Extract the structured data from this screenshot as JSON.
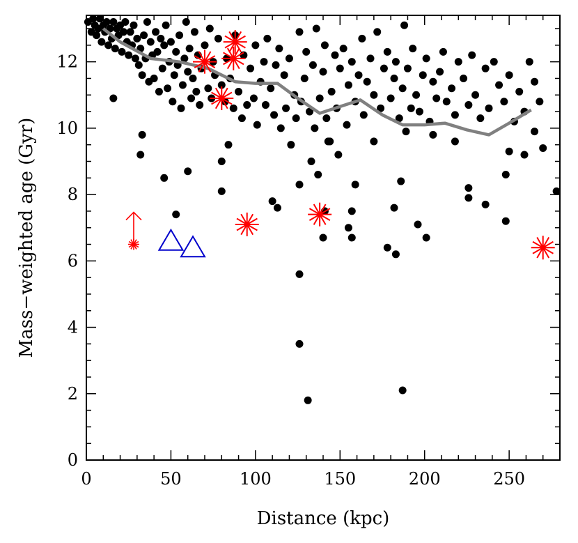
{
  "chart_data": {
    "type": "scatter",
    "title": "",
    "xlabel": "Distance (kpc)",
    "ylabel": "Mass−weighted age (Gyr)",
    "xlim": [
      0,
      280
    ],
    "ylim": [
      0,
      13.4
    ],
    "x_ticks": [
      0,
      50,
      100,
      150,
      200,
      250
    ],
    "y_ticks": [
      0,
      2,
      4,
      6,
      8,
      10,
      12
    ],
    "grid": false,
    "legend": "none",
    "colors": {
      "points": "#000000",
      "line": "#808080",
      "asterisk": "#ff0000",
      "triangle": "#0000cc",
      "arrow": "#ff0000"
    },
    "series": [
      {
        "marker": "filled-circle",
        "points": [
          [
            1,
            13.2
          ],
          [
            3,
            12.9
          ],
          [
            4,
            13.3
          ],
          [
            5,
            13.1
          ],
          [
            6,
            12.8
          ],
          [
            7,
            13.0
          ],
          [
            8,
            13.3
          ],
          [
            9,
            12.6
          ],
          [
            10,
            13.1
          ],
          [
            11,
            12.9
          ],
          [
            12,
            13.2
          ],
          [
            13,
            12.5
          ],
          [
            14,
            13.0
          ],
          [
            15,
            12.7
          ],
          [
            16,
            13.2
          ],
          [
            17,
            12.4
          ],
          [
            18,
            13.0
          ],
          [
            19,
            12.8
          ],
          [
            20,
            13.1
          ],
          [
            21,
            12.3
          ],
          [
            22,
            12.9
          ],
          [
            23,
            13.2
          ],
          [
            24,
            12.6
          ],
          [
            25,
            12.2
          ],
          [
            26,
            12.9
          ],
          [
            27,
            12.5
          ],
          [
            28,
            13.1
          ],
          [
            29,
            12.1
          ],
          [
            30,
            12.7
          ],
          [
            31,
            11.9
          ],
          [
            32,
            12.4
          ],
          [
            33,
            11.6
          ],
          [
            34,
            12.8
          ],
          [
            35,
            12.1
          ],
          [
            36,
            13.2
          ],
          [
            37,
            11.4
          ],
          [
            38,
            12.6
          ],
          [
            39,
            12.2
          ],
          [
            40,
            11.5
          ],
          [
            41,
            12.9
          ],
          [
            42,
            12.3
          ],
          [
            43,
            11.1
          ],
          [
            44,
            12.7
          ],
          [
            45,
            11.8
          ],
          [
            46,
            12.5
          ],
          [
            47,
            13.1
          ],
          [
            48,
            11.2
          ],
          [
            49,
            12.0
          ],
          [
            50,
            12.6
          ],
          [
            51,
            10.8
          ],
          [
            52,
            11.6
          ],
          [
            53,
            12.3
          ],
          [
            54,
            11.9
          ],
          [
            55,
            12.8
          ],
          [
            56,
            10.6
          ],
          [
            57,
            11.3
          ],
          [
            58,
            12.1
          ],
          [
            59,
            13.2
          ],
          [
            60,
            11.7
          ],
          [
            61,
            12.4
          ],
          [
            62,
            10.9
          ],
          [
            63,
            11.5
          ],
          [
            64,
            12.9
          ],
          [
            65,
            11.1
          ],
          [
            66,
            12.2
          ],
          [
            67,
            10.7
          ],
          [
            68,
            11.8
          ],
          [
            70,
            12.5
          ],
          [
            72,
            11.2
          ],
          [
            73,
            13.0
          ],
          [
            74,
            10.9
          ],
          [
            75,
            12.0
          ],
          [
            76,
            11.6
          ],
          [
            78,
            12.7
          ],
          [
            80,
            11.3
          ],
          [
            82,
            10.8
          ],
          [
            83,
            12.1
          ],
          [
            85,
            11.5
          ],
          [
            87,
            10.6
          ],
          [
            88,
            12.8
          ],
          [
            90,
            11.1
          ],
          [
            92,
            10.3
          ],
          [
            93,
            12.2
          ],
          [
            95,
            10.7
          ],
          [
            97,
            11.8
          ],
          [
            99,
            10.9
          ],
          [
            100,
            12.5
          ],
          [
            101,
            10.1
          ],
          [
            103,
            11.4
          ],
          [
            105,
            12.0
          ],
          [
            106,
            10.7
          ],
          [
            107,
            12.7
          ],
          [
            109,
            11.2
          ],
          [
            111,
            10.4
          ],
          [
            112,
            11.9
          ],
          [
            114,
            12.4
          ],
          [
            115,
            10.0
          ],
          [
            117,
            11.6
          ],
          [
            118,
            10.6
          ],
          [
            120,
            12.1
          ],
          [
            121,
            9.5
          ],
          [
            123,
            11.0
          ],
          [
            124,
            10.3
          ],
          [
            126,
            12.9
          ],
          [
            127,
            10.8
          ],
          [
            129,
            11.5
          ],
          [
            130,
            12.3
          ],
          [
            132,
            10.5
          ],
          [
            134,
            11.9
          ],
          [
            135,
            10.0
          ],
          [
            136,
            13.0
          ],
          [
            138,
            10.9
          ],
          [
            140,
            11.7
          ],
          [
            141,
            12.5
          ],
          [
            142,
            10.3
          ],
          [
            144,
            9.6
          ],
          [
            145,
            11.1
          ],
          [
            147,
            12.2
          ],
          [
            148,
            10.6
          ],
          [
            150,
            11.8
          ],
          [
            152,
            12.4
          ],
          [
            154,
            10.1
          ],
          [
            155,
            11.3
          ],
          [
            157,
            12.0
          ],
          [
            159,
            10.8
          ],
          [
            161,
            11.6
          ],
          [
            163,
            12.7
          ],
          [
            164,
            10.4
          ],
          [
            166,
            11.4
          ],
          [
            168,
            12.1
          ],
          [
            170,
            11.0
          ],
          [
            172,
            12.9
          ],
          [
            174,
            10.6
          ],
          [
            176,
            11.8
          ],
          [
            178,
            12.3
          ],
          [
            180,
            10.9
          ],
          [
            182,
            11.5
          ],
          [
            183,
            12.0
          ],
          [
            185,
            10.3
          ],
          [
            187,
            11.2
          ],
          [
            188,
            13.1
          ],
          [
            190,
            11.8
          ],
          [
            192,
            10.6
          ],
          [
            193,
            12.4
          ],
          [
            195,
            11.0
          ],
          [
            197,
            10.5
          ],
          [
            199,
            11.6
          ],
          [
            201,
            12.1
          ],
          [
            203,
            10.2
          ],
          [
            205,
            11.4
          ],
          [
            207,
            10.9
          ],
          [
            209,
            11.7
          ],
          [
            211,
            12.3
          ],
          [
            213,
            10.8
          ],
          [
            216,
            11.2
          ],
          [
            218,
            10.4
          ],
          [
            220,
            12.0
          ],
          [
            223,
            11.5
          ],
          [
            226,
            10.7
          ],
          [
            228,
            12.2
          ],
          [
            230,
            11.0
          ],
          [
            233,
            10.3
          ],
          [
            236,
            11.8
          ],
          [
            238,
            10.6
          ],
          [
            241,
            12.0
          ],
          [
            244,
            11.3
          ],
          [
            247,
            10.8
          ],
          [
            250,
            11.6
          ],
          [
            253,
            10.2
          ],
          [
            256,
            11.1
          ],
          [
            259,
            10.5
          ],
          [
            262,
            12.0
          ],
          [
            265,
            11.4
          ],
          [
            268,
            10.8
          ],
          [
            16,
            10.9
          ],
          [
            33,
            9.8
          ],
          [
            32,
            9.2
          ],
          [
            46,
            8.5
          ],
          [
            53,
            7.4
          ],
          [
            60,
            8.7
          ],
          [
            80,
            9.0
          ],
          [
            80,
            8.1
          ],
          [
            84,
            9.5
          ],
          [
            110,
            7.8
          ],
          [
            113,
            7.6
          ],
          [
            126,
            8.3
          ],
          [
            133,
            9.0
          ],
          [
            137,
            8.6
          ],
          [
            141,
            7.5
          ],
          [
            143,
            9.6
          ],
          [
            149,
            9.2
          ],
          [
            155,
            7.0
          ],
          [
            157,
            7.5
          ],
          [
            159,
            8.3
          ],
          [
            140,
            6.7
          ],
          [
            157,
            6.7
          ],
          [
            182,
            7.6
          ],
          [
            186,
            8.4
          ],
          [
            196,
            7.1
          ],
          [
            201,
            6.7
          ],
          [
            226,
            8.2
          ],
          [
            226,
            7.9
          ],
          [
            236,
            7.7
          ],
          [
            248,
            8.6
          ],
          [
            248,
            7.2
          ],
          [
            178,
            6.4
          ],
          [
            183,
            6.2
          ],
          [
            259,
            9.2
          ],
          [
            270,
            9.4
          ],
          [
            278,
            8.1
          ],
          [
            126,
            5.6
          ],
          [
            126,
            3.5
          ],
          [
            131,
            1.8
          ],
          [
            187,
            2.1
          ],
          [
            218,
            9.6
          ],
          [
            205,
            9.8
          ],
          [
            189,
            9.9
          ],
          [
            170,
            9.6
          ],
          [
            250,
            9.3
          ],
          [
            265,
            9.9
          ]
        ]
      },
      {
        "name": "",
        "marker": "line",
        "points": [
          [
            10,
            13.0
          ],
          [
            20,
            12.6
          ],
          [
            38,
            12.1
          ],
          [
            55,
            12.0
          ],
          [
            72,
            11.8
          ],
          [
            88,
            11.4
          ],
          [
            100,
            11.35
          ],
          [
            113,
            11.35
          ],
          [
            125,
            10.9
          ],
          [
            138,
            10.45
          ],
          [
            150,
            10.65
          ],
          [
            162,
            10.85
          ],
          [
            175,
            10.4
          ],
          [
            187,
            10.1
          ],
          [
            200,
            10.1
          ],
          [
            212,
            10.15
          ],
          [
            225,
            9.95
          ],
          [
            238,
            9.8
          ],
          [
            250,
            10.15
          ],
          [
            263,
            10.55
          ]
        ]
      },
      {
        "marker": "asterisk",
        "points": [
          [
            70,
            12.0
          ],
          [
            87,
            12.1
          ],
          [
            88,
            12.6
          ],
          [
            80,
            10.9
          ],
          [
            95,
            7.1
          ],
          [
            138,
            7.4
          ],
          [
            270,
            6.4
          ]
        ]
      },
      {
        "marker": "small-asterisk-lower-limit",
        "points": [
          [
            28,
            6.5
          ]
        ]
      },
      {
        "marker": "open-triangle",
        "points": [
          [
            50,
            6.6
          ],
          [
            63,
            6.4
          ]
        ]
      }
    ]
  }
}
